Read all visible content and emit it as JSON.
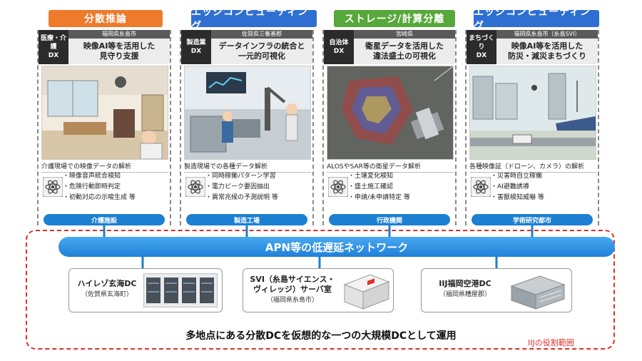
{
  "columns": [
    {
      "category": "分散推論",
      "category_color": "#ee7a2c",
      "badge_line1": "医療・介護",
      "badge_line2": "DX",
      "location": "福岡県糸島市",
      "title_line1": "映像AI等を活用した",
      "title_line2": "見守り支援",
      "subtitle": "介護現場での映像データの解析",
      "bullets": [
        "映像音声統合検知",
        "危険行動即時判定",
        "初動対応の示唆生成 等"
      ],
      "site": "介護施設"
    },
    {
      "category": "エッジコンピューティング",
      "category_color": "#2f6fd1",
      "badge_line1": "製造業",
      "badge_line2": "DX",
      "location": "佐賀県三養基郡",
      "title_line1": "データインフラの統合と",
      "title_line2": "一元的可視化",
      "subtitle": "製造現場での各種データ解析",
      "bullets": [
        "同時稼働パターン学習",
        "電力ピーク要因抽出",
        "異常兆候の予測説明 等"
      ],
      "site": "製造工場"
    },
    {
      "category": "ストレージ/計算分離",
      "category_color": "#57a83a",
      "badge_line1": "自治体",
      "badge_line2": "DX",
      "location": "宮崎県",
      "title_line1": "衛星データを活用した",
      "title_line2": "違法盛土の可視化",
      "subtitle": "ALOSやSAR等の衛星データ解析",
      "bullets": [
        "土壌変化検知",
        "盛土施工確認",
        "申請/未申請特定 等"
      ],
      "site": "行政機関"
    },
    {
      "category": "エッジコンピューティング",
      "category_color": "#2f6fd1",
      "badge_line1": "まちづくり",
      "badge_line2": "DX",
      "location": "福岡県糸島市（糸島SVI）",
      "title_line1": "映像AI等を活用した",
      "title_line2": "防災・減災まちづくり",
      "subtitle": "各種映像証（ドローン、カメラ）の解析",
      "bullets": [
        "災害時自立稼働",
        "AI避難誘導",
        "害獣検知威嚇 等"
      ],
      "site": "学術研究都市"
    }
  ],
  "network_label": "APN等の低遅延ネットワーク",
  "datacenters": [
    {
      "name": "ハイレゾ玄海DC",
      "location": "（佐賀県玄海町）"
    },
    {
      "name_line1": "SVI（糸島サイエンス・",
      "name_line2": "ヴィレッジ）サーバ室",
      "location": "（福岡県糸島市）"
    },
    {
      "name": "IIJ福岡空港DC",
      "location": "（福岡県糟屋郡）"
    }
  ],
  "footer": "多地点にある分散DCを仮想的な一つの大規模DCとして運用",
  "role_label": "IIJの役割範囲"
}
